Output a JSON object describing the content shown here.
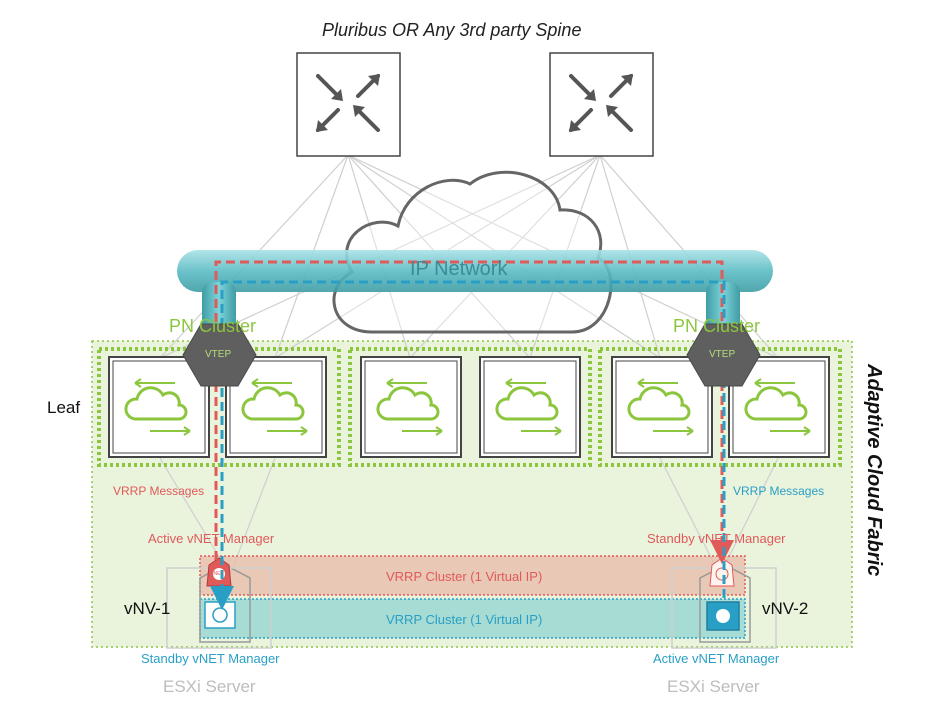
{
  "title": "Pluribus OR Any 3rd party Spine",
  "ip_network": "IP Network",
  "cluster_labels": [
    "PN Cluster",
    "PN Cluster"
  ],
  "vtep": "VTEP",
  "leaf": "Leaf",
  "fabric": "Adaptive Cloud Fabric",
  "vrrp_messages": "VRRP Messages",
  "vrrp_cluster": "VRRP Cluster (1 Virtual IP)",
  "active_manager": "Active vNET Manager",
  "standby_manager": "Standby vNET Manager",
  "vnv1": "vNV-1",
  "vnv2": "vNV-2",
  "esxi": "ESXi Server",
  "vnet_badge": "vNET",
  "colors": {
    "red": "#e05a5a",
    "blue": "#2a9fc6",
    "green": "#8cc63f",
    "teal": "#6cc6cc",
    "fabric_bg": "#eaf3dc",
    "vtep": "#5f5f5f"
  }
}
